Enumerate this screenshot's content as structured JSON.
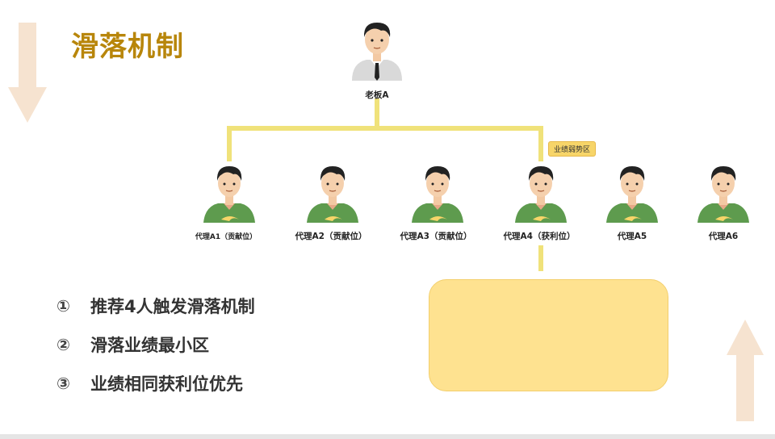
{
  "title": "滑落机制",
  "boss": {
    "label": "老板A"
  },
  "agents": [
    {
      "label": "代理A1（贡献位）"
    },
    {
      "label": "代理A2（贡献位）"
    },
    {
      "label": "代理A3（贡献位）"
    },
    {
      "label": "代理A4（获利位）"
    },
    {
      "label": "代理A5"
    },
    {
      "label": "代理A6"
    }
  ],
  "tag": "业绩弱势区",
  "rules": [
    {
      "num": "①",
      "text": "推荐4人触发滑落机制"
    },
    {
      "num": "②",
      "text": "滑落业绩最小区"
    },
    {
      "num": "③",
      "text": "业绩相同获利位优先"
    }
  ],
  "colors": {
    "title": "#b8860b",
    "connector": "#f0e27a",
    "box": "#fee290",
    "arrow": "#f6e3d0",
    "shirt": "#5e9b4e"
  },
  "icons": {
    "boss": "businessman-avatar-icon",
    "agent": "agent-avatar-icon",
    "down": "down-arrow-icon",
    "up": "up-arrow-icon"
  }
}
